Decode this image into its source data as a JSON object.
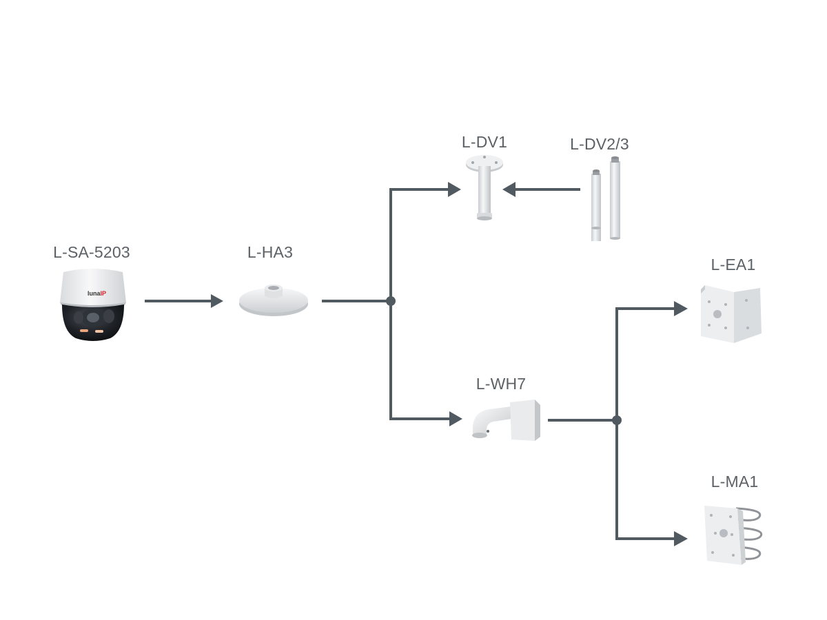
{
  "diagram": {
    "nodes": {
      "camera": {
        "label": "L-SA-5203",
        "brand": "lunaIP"
      },
      "adapter": {
        "label": "L-HA3"
      },
      "pendant_short": {
        "label": "L-DV1"
      },
      "pendant_long": {
        "label": "L-DV2/3"
      },
      "wall_bracket": {
        "label": "L-WH7"
      },
      "corner_adapter": {
        "label": "L-EA1"
      },
      "pole_adapter": {
        "label": "L-MA1"
      }
    },
    "edges": [
      {
        "from": "L-SA-5203",
        "to": "L-HA3"
      },
      {
        "from": "L-HA3",
        "to": "L-DV1"
      },
      {
        "from": "L-DV2/3",
        "to": "L-DV1"
      },
      {
        "from": "L-HA3",
        "to": "L-WH7"
      },
      {
        "from": "L-WH7",
        "to": "L-EA1"
      },
      {
        "from": "L-WH7",
        "to": "L-MA1"
      }
    ],
    "colors": {
      "connector": "#515a60",
      "label": "#5c6166",
      "brand_red": "#d2232a"
    }
  }
}
